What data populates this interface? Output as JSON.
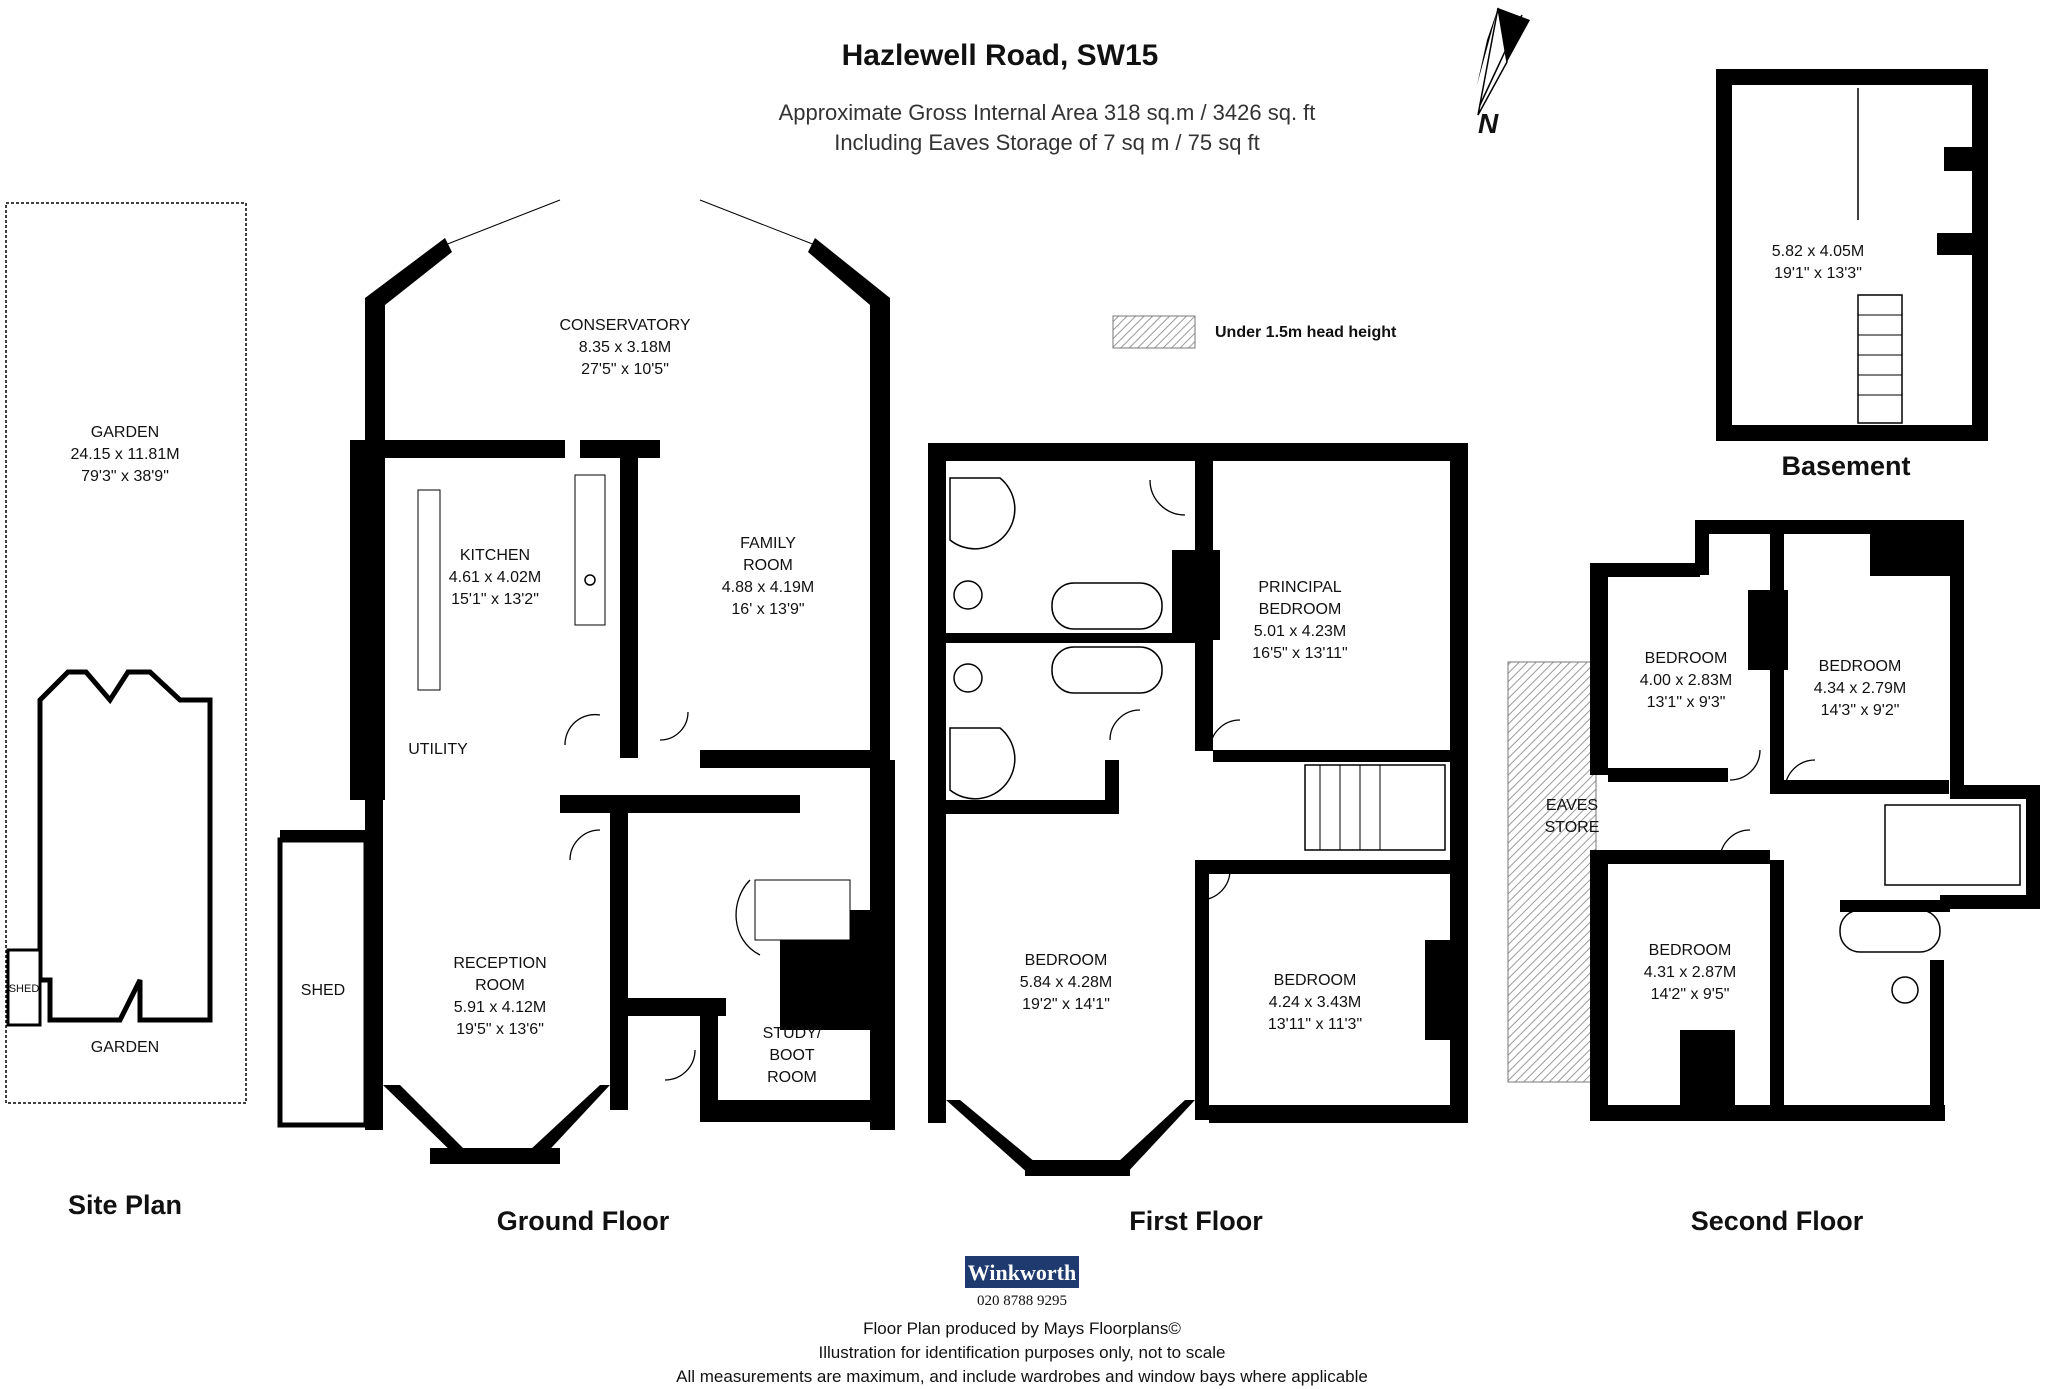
{
  "header": {
    "title": "Hazlewell Road, SW15",
    "area_line": "Approximate Gross Internal Area 318 sq.m  /  3426 sq. ft",
    "eaves_line": "Including Eaves Storage of  7 sq m  /  75 sq ft"
  },
  "compass": {
    "label": "N"
  },
  "legend": {
    "label": "Under 1.5m head height"
  },
  "site_plan": {
    "caption": "Site Plan",
    "garden_top": {
      "name": "GARDEN",
      "metric": "24.15 x 11.81M",
      "imperial": "79'3\" x 38'9\""
    },
    "garden_bottom": {
      "name": "GARDEN"
    },
    "shed": {
      "name": "SHED"
    }
  },
  "ground_floor": {
    "caption": "Ground Floor",
    "conservatory": {
      "name": "CONSERVATORY",
      "metric": "8.35 x 3.18M",
      "imperial": "27'5\" x 10'5\""
    },
    "kitchen": {
      "name": "KITCHEN",
      "metric": "4.61 x 4.02M",
      "imperial": "15'1\" x 13'2\""
    },
    "family_room": {
      "name1": "FAMILY",
      "name2": "ROOM",
      "metric": "4.88 x 4.19M",
      "imperial": "16' x 13'9\""
    },
    "utility": {
      "name": "UTILITY"
    },
    "reception": {
      "name1": "RECEPTION",
      "name2": "ROOM",
      "metric": "5.91 x 4.12M",
      "imperial": "19'5\" x 13'6\""
    },
    "shed": {
      "name": "SHED"
    },
    "study": {
      "name1": "STUDY/",
      "name2": "BOOT",
      "name3": "ROOM"
    }
  },
  "first_floor": {
    "caption": "First Floor",
    "principal": {
      "name1": "PRINCIPAL",
      "name2": "BEDROOM",
      "metric": "5.01 x 4.23M",
      "imperial": "16'5\" x 13'11\""
    },
    "bedroom_front": {
      "name": "BEDROOM",
      "metric": "5.84 x 4.28M",
      "imperial": "19'2\" x 14'1\""
    },
    "bedroom_side": {
      "name": "BEDROOM",
      "metric": "4.24 x 3.43M",
      "imperial": "13'11\" x 11'3\""
    }
  },
  "second_floor": {
    "caption": "Second Floor",
    "bedroom_a": {
      "name": "BEDROOM",
      "metric": "4.00 x 2.83M",
      "imperial": "13'1\" x 9'3\""
    },
    "bedroom_b": {
      "name": "BEDROOM",
      "metric": "4.34 x 2.79M",
      "imperial": "14'3\" x 9'2\""
    },
    "bedroom_c": {
      "name": "BEDROOM",
      "metric": "4.31 x 2.87M",
      "imperial": "14'2\" x 9'5\""
    },
    "eaves": {
      "name1": "EAVES",
      "name2": "STORE"
    }
  },
  "basement": {
    "caption": "Basement",
    "room": {
      "metric": "5.82 x 4.05M",
      "imperial": "19'1\" x 13'3\""
    }
  },
  "footer": {
    "brand": "Winkworth",
    "phone": "020 8788 9295",
    "line1": "Floor Plan produced by Mays Floorplans©",
    "line2": "Illustration for identification purposes only, not to scale",
    "line3": "All measurements are maximum, and include wardrobes and window bays where applicable"
  },
  "colors": {
    "wall": "#000000",
    "brand": "#1e3a6e",
    "hatch": "#9a9a9a"
  }
}
